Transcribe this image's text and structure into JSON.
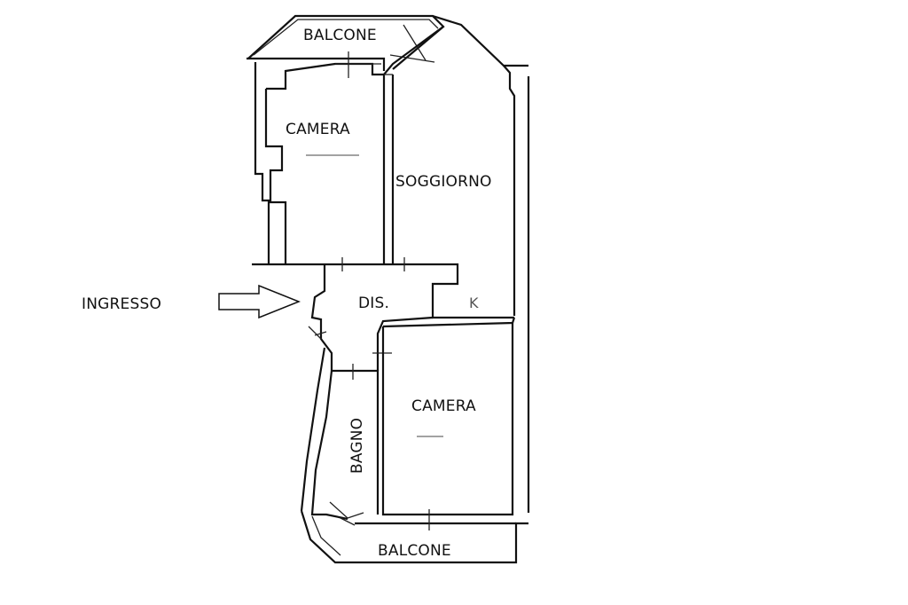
{
  "labels": {
    "balcony_top": "BALCONE",
    "bedroom_top": "CAMERA",
    "living_room": "SOGGIORNO",
    "hallway": "DIS.",
    "kitchen": "K",
    "entrance": "INGRESSO",
    "bedroom_bottom": "CAMERA",
    "bathroom": "BAGNO",
    "balcony_bottom": "BALCONE"
  }
}
